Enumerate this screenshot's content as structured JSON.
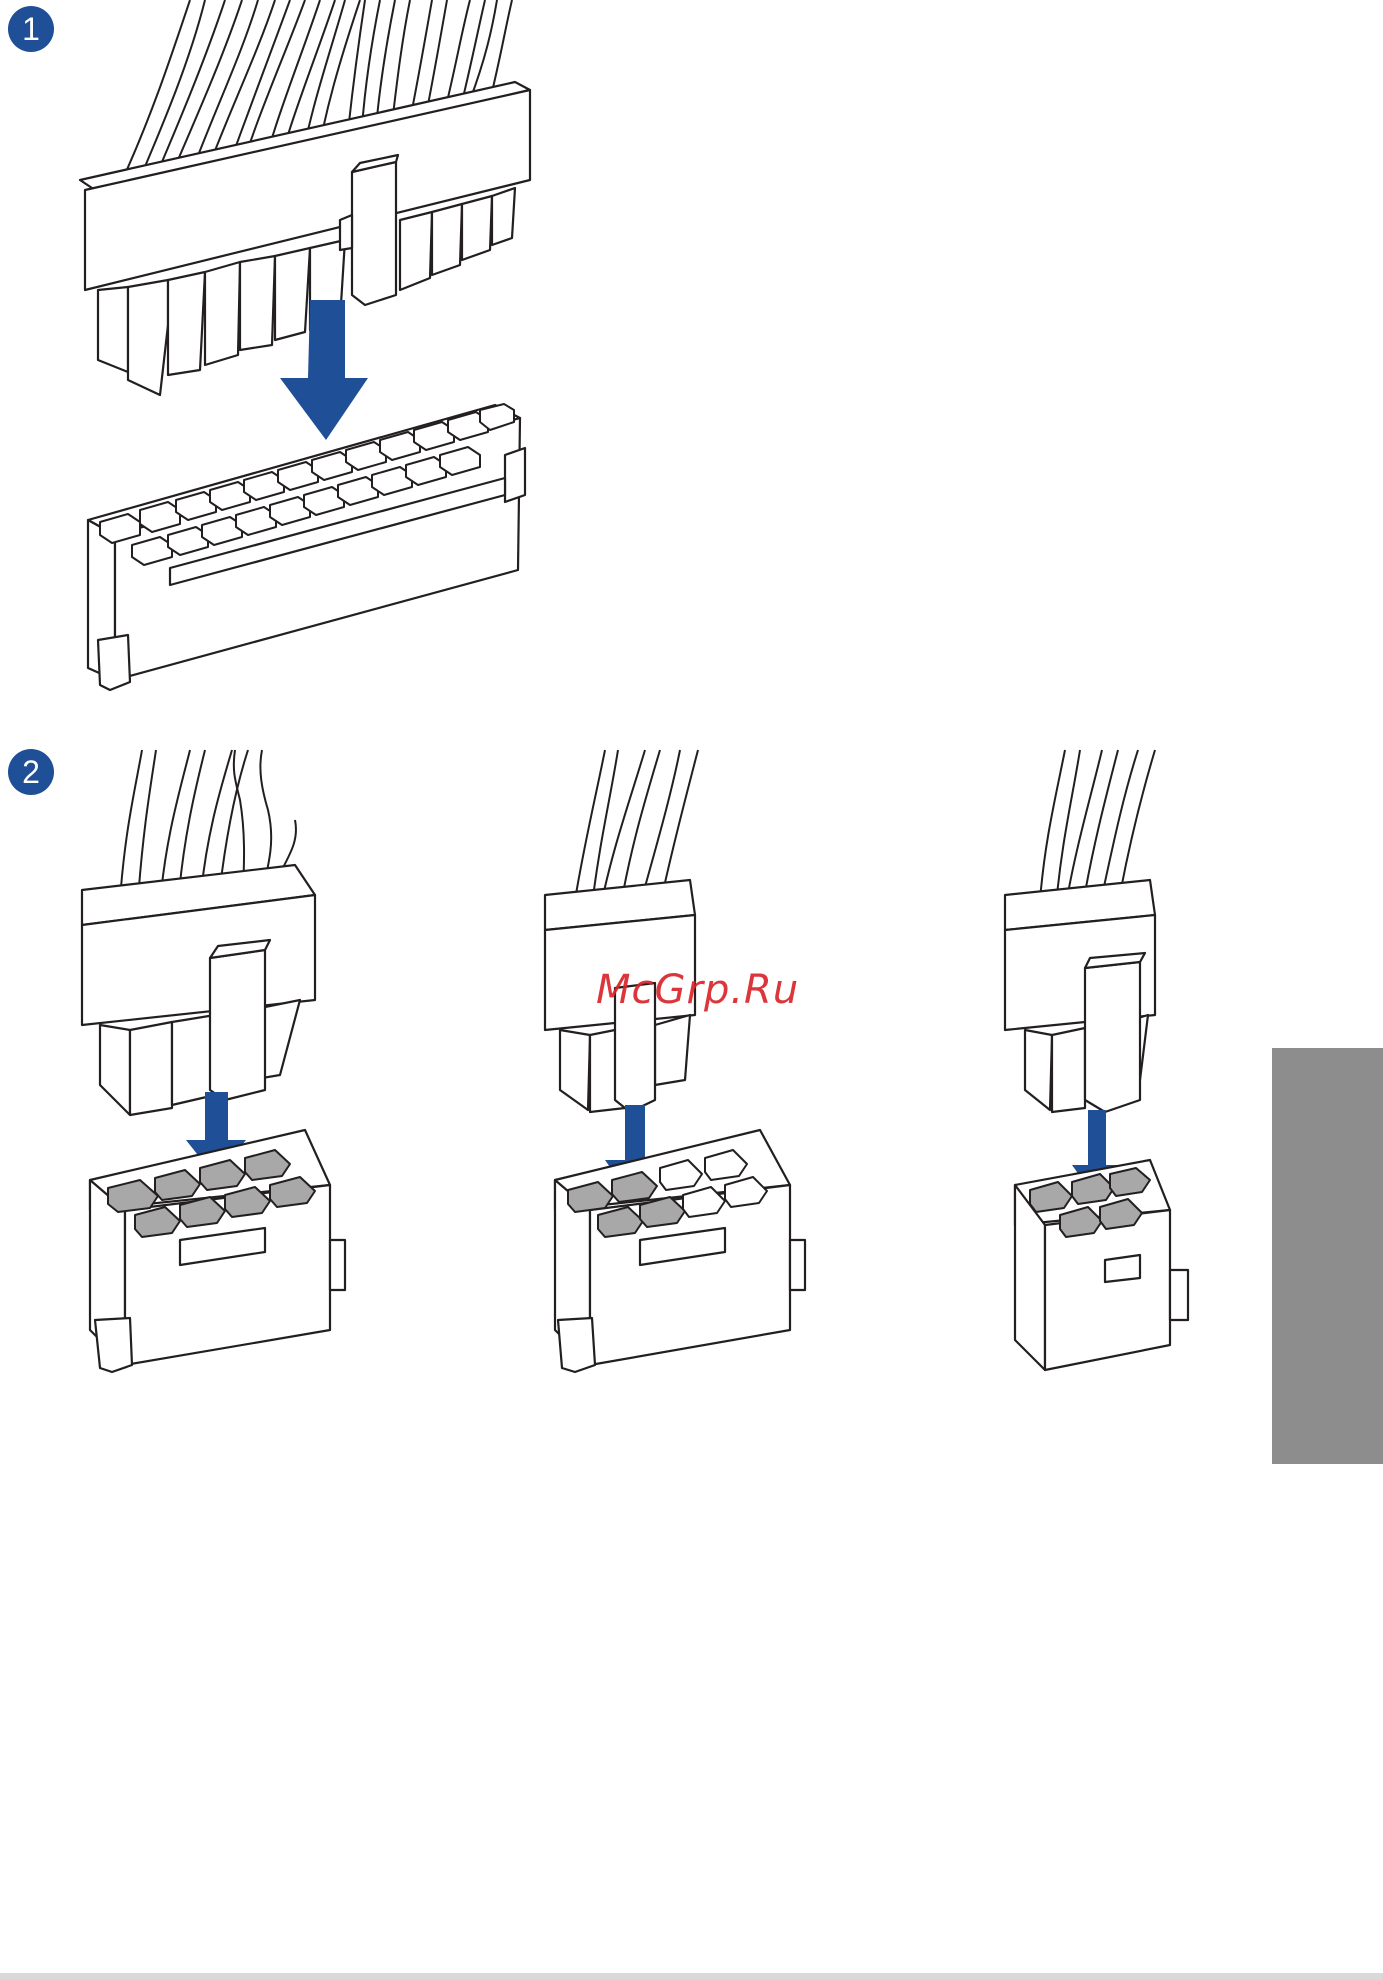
{
  "steps": [
    {
      "number": "1",
      "icon": "step-number-icon"
    },
    {
      "number": "2",
      "icon": "step-number-icon"
    }
  ],
  "watermark": {
    "text": "McGrp.Ru"
  },
  "colors": {
    "badge": "#1f4f96",
    "arrow": "#1f4f96",
    "line": "#231f20",
    "pin_fill": "#a8a8a8",
    "side_tab": "#8d8d8d"
  },
  "illustrations": [
    {
      "name": "24-pin-atx-connector",
      "pins": 24
    },
    {
      "name": "8-pin-eps-connector",
      "pins": 8
    },
    {
      "name": "8-pin-pcie-connector",
      "pins": 8
    },
    {
      "name": "6-pin-pcie-connector",
      "pins": 6
    }
  ]
}
